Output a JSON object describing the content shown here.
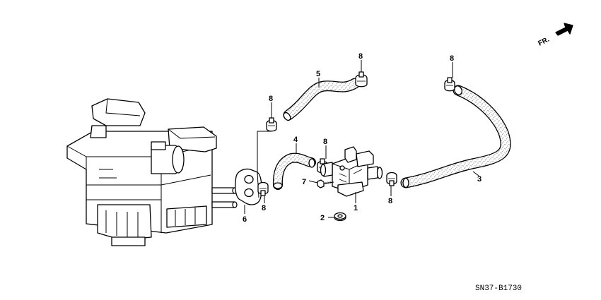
{
  "diagram": {
    "code": "SN37-B1730",
    "direction_label": "FR.",
    "callouts": {
      "part1": "1",
      "part2": "2",
      "part3": "3",
      "part4": "4",
      "part5": "5",
      "part6": "6",
      "part7": "7",
      "clamp_a": "8",
      "clamp_b": "8",
      "clamp_c": "8",
      "clamp_d": "8",
      "clamp_e": "8",
      "clamp_f": "8"
    }
  }
}
